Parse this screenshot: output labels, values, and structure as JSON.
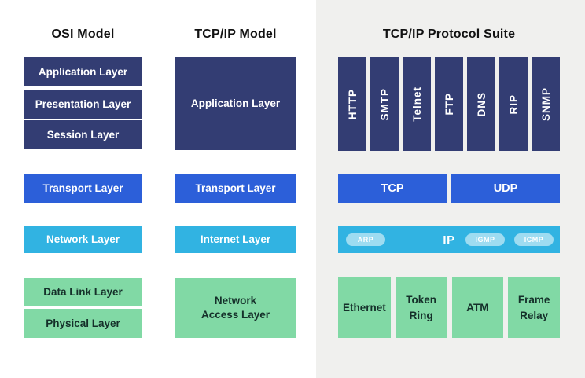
{
  "colors": {
    "navy": "#333d73",
    "blue": "#2c5fd9",
    "light_blue": "#31b3e2",
    "pill_blue": "#9edcf1",
    "green": "#81d9a5",
    "panel_background": "#f0f0ee",
    "heading_text": "#121212",
    "green_box_text": "#15302a"
  },
  "osi": {
    "title": "OSI Model",
    "layers": [
      {
        "label": "Application Layer",
        "tier": "navy"
      },
      {
        "label": "Presentation Layer",
        "tier": "navy"
      },
      {
        "label": "Session Layer",
        "tier": "navy"
      },
      {
        "label": "Transport Layer",
        "tier": "blue"
      },
      {
        "label": "Network Layer",
        "tier": "light_blue"
      },
      {
        "label": "Data Link Layer",
        "tier": "green"
      },
      {
        "label": "Physical Layer",
        "tier": "green"
      }
    ]
  },
  "tcpip": {
    "title": "TCP/IP Model",
    "layers": [
      {
        "label": "Application Layer",
        "tier": "navy"
      },
      {
        "label": "Transport Layer",
        "tier": "blue"
      },
      {
        "label": "Internet Layer",
        "tier": "light_blue"
      },
      {
        "label": "Network Access Layer",
        "tier": "green"
      }
    ]
  },
  "suite": {
    "title": "TCP/IP Protocol Suite",
    "app_protocols": [
      "HTTP",
      "SMTP",
      "Telnet",
      "FTP",
      "DNS",
      "RIP",
      "SNMP"
    ],
    "transport_protocols": [
      "TCP",
      "UDP"
    ],
    "internet": {
      "label": "IP",
      "left_pills": [
        "ARP"
      ],
      "right_pills": [
        "IGMP",
        "ICMP"
      ]
    },
    "link_protocols": [
      "Ethernet",
      "Token Ring",
      "ATM",
      "Frame Relay"
    ]
  }
}
